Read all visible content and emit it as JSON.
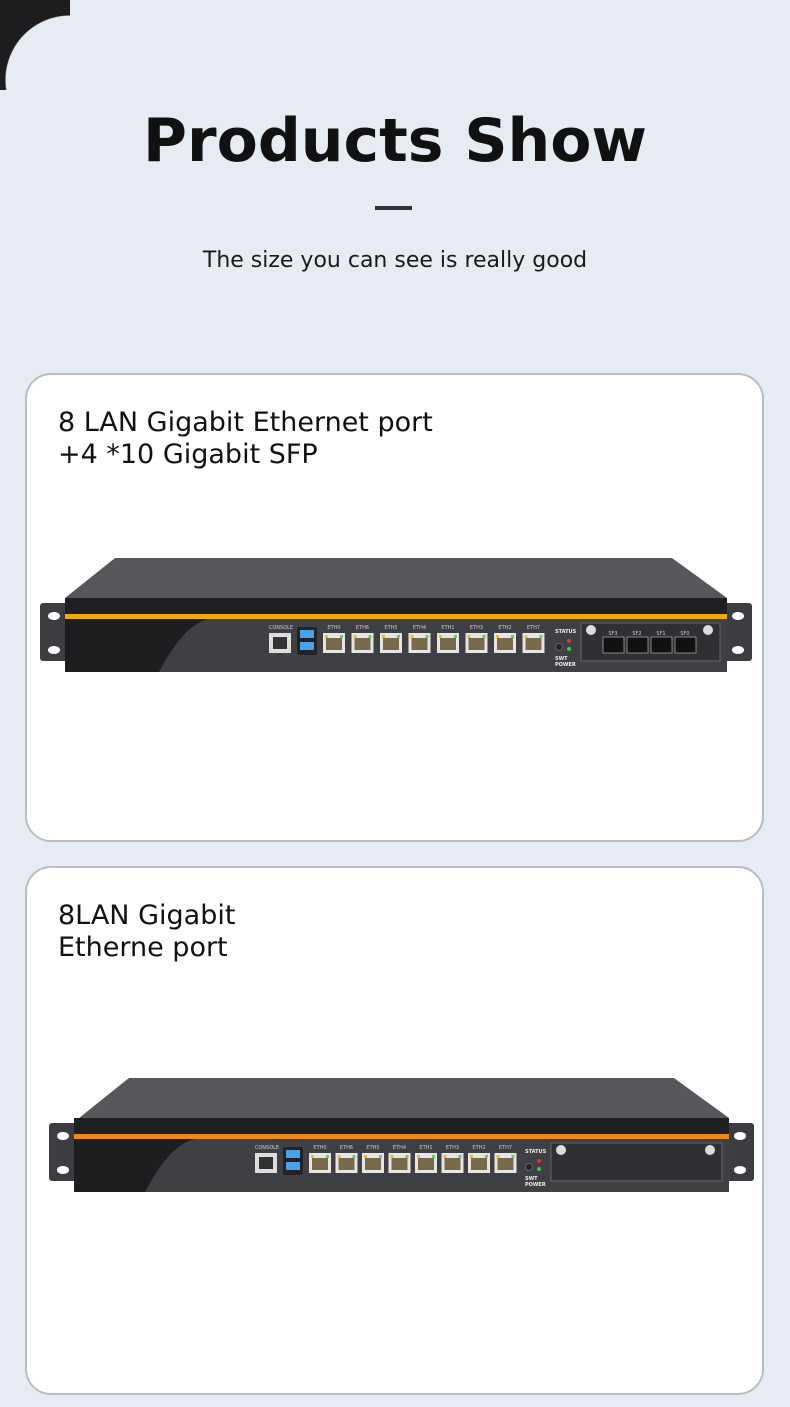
{
  "header": {
    "title": "Products Show",
    "subtitle": "The size you can see is really good"
  },
  "products": [
    {
      "title_lines": [
        "8 LAN Gigabit Ethernet port",
        "+4 *10 Gigabit SFP"
      ],
      "labels": {
        "console": "CONSOLE",
        "ports": [
          "ETH0",
          "ETH6",
          "ETH5",
          "ETH4",
          "ETH1",
          "ETH3",
          "ETH2",
          "ETH7"
        ],
        "status": "STATUS",
        "swt": "SWT",
        "power": "POWER",
        "sfp": [
          "SF3",
          "SF2",
          "SF1",
          "SF0"
        ]
      }
    },
    {
      "title_lines": [
        "8LAN Gigabit",
        "Etherne port"
      ],
      "labels": {
        "console": "CONSOLE",
        "ports": [
          "ETH0",
          "ETH6",
          "ETH5",
          "ETH4",
          "ETH1",
          "ETH3",
          "ETH2",
          "ETH7"
        ],
        "status": "STATUS",
        "swt": "SWT",
        "power": "POWER"
      }
    }
  ],
  "colors": {
    "background": "#e7ecf3",
    "stripe1": "#f2a900",
    "stripe2": "#f08a1c",
    "chassis": "#4a4c50",
    "front": "#3f4145"
  }
}
